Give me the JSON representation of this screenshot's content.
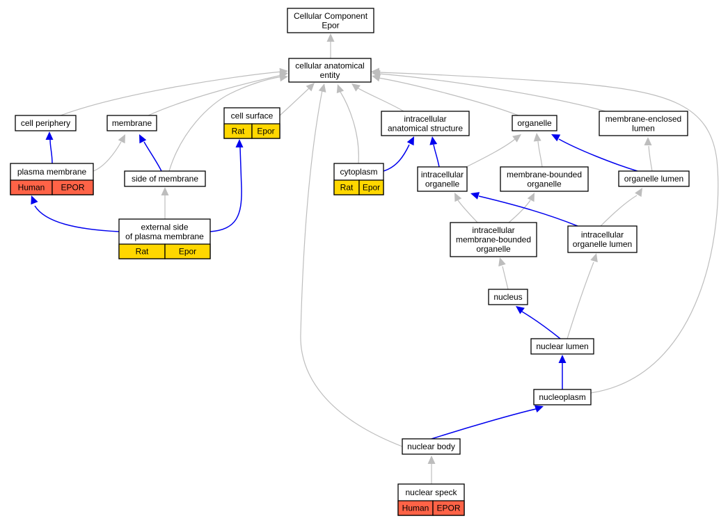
{
  "colors": {
    "human": "#ff6347",
    "rat": "#ffd700",
    "is_a": "#bdbdbd",
    "part_of": "#0000ee"
  },
  "nodes": {
    "root": {
      "lines": [
        "Cellular Component",
        "Epor"
      ]
    },
    "cae": {
      "lines": [
        "cellular anatomical",
        "entity"
      ]
    },
    "cellper": {
      "lines": [
        "cell periphery"
      ]
    },
    "membrane": {
      "lines": [
        "membrane"
      ]
    },
    "cellsurf": {
      "lines": [
        "cell surface"
      ],
      "cells": [
        {
          "text": "Rat",
          "species": "rat"
        },
        {
          "text": "Epor",
          "species": "rat"
        }
      ]
    },
    "ias": {
      "lines": [
        "intracellular",
        "anatomical structure"
      ]
    },
    "organelle": {
      "lines": [
        "organelle"
      ]
    },
    "mel": {
      "lines": [
        "membrane-enclosed",
        "lumen"
      ]
    },
    "pm": {
      "lines": [
        "plasma membrane"
      ],
      "cells": [
        {
          "text": "Human",
          "species": "human"
        },
        {
          "text": "EPOR",
          "species": "human"
        }
      ]
    },
    "som": {
      "lines": [
        "side of membrane"
      ]
    },
    "cyto": {
      "lines": [
        "cytoplasm"
      ],
      "cells": [
        {
          "text": "Rat",
          "species": "rat"
        },
        {
          "text": "Epor",
          "species": "rat"
        }
      ]
    },
    "io": {
      "lines": [
        "intracellular",
        "organelle"
      ]
    },
    "mbo": {
      "lines": [
        "membrane-bounded",
        "organelle"
      ]
    },
    "ol": {
      "lines": [
        "organelle lumen"
      ]
    },
    "espm": {
      "lines": [
        "external side",
        "of plasma membrane"
      ],
      "cells": [
        {
          "text": "Rat",
          "species": "rat"
        },
        {
          "text": "Epor",
          "species": "rat"
        }
      ]
    },
    "imbo": {
      "lines": [
        "intracellular",
        "membrane-bounded",
        "organelle"
      ]
    },
    "iol": {
      "lines": [
        "intracellular",
        "organelle lumen"
      ]
    },
    "nucleus": {
      "lines": [
        "nucleus"
      ]
    },
    "nl": {
      "lines": [
        "nuclear lumen"
      ]
    },
    "np": {
      "lines": [
        "nucleoplasm"
      ]
    },
    "nb": {
      "lines": [
        "nuclear body"
      ]
    },
    "ns": {
      "lines": [
        "nuclear speck"
      ],
      "cells": [
        {
          "text": "Human",
          "species": "human"
        },
        {
          "text": "EPOR",
          "species": "human"
        }
      ]
    }
  },
  "edges": [
    {
      "from": "cae",
      "to": "root",
      "type": "is_a"
    },
    {
      "from": "cellper",
      "to": "cae",
      "type": "is_a"
    },
    {
      "from": "membrane",
      "to": "cae",
      "type": "is_a"
    },
    {
      "from": "cellsurf",
      "to": "cae",
      "type": "is_a"
    },
    {
      "from": "ias",
      "to": "cae",
      "type": "is_a"
    },
    {
      "from": "organelle",
      "to": "cae",
      "type": "is_a"
    },
    {
      "from": "mel",
      "to": "cae",
      "type": "is_a"
    },
    {
      "from": "som",
      "to": "cae",
      "type": "is_a"
    },
    {
      "from": "cyto",
      "to": "cae",
      "type": "is_a"
    },
    {
      "from": "np",
      "to": "cae",
      "type": "is_a"
    },
    {
      "from": "nb",
      "to": "cae",
      "type": "is_a"
    },
    {
      "from": "pm",
      "to": "cellper",
      "type": "part_of"
    },
    {
      "from": "pm",
      "to": "membrane",
      "type": "is_a"
    },
    {
      "from": "som",
      "to": "membrane",
      "type": "part_of"
    },
    {
      "from": "espm",
      "to": "pm",
      "type": "part_of"
    },
    {
      "from": "espm",
      "to": "som",
      "type": "is_a"
    },
    {
      "from": "espm",
      "to": "cellsurf",
      "type": "part_of"
    },
    {
      "from": "cyto",
      "to": "ias",
      "type": "part_of"
    },
    {
      "from": "io",
      "to": "ias",
      "type": "part_of"
    },
    {
      "from": "io",
      "to": "organelle",
      "type": "is_a"
    },
    {
      "from": "mbo",
      "to": "organelle",
      "type": "is_a"
    },
    {
      "from": "ol",
      "to": "organelle",
      "type": "part_of"
    },
    {
      "from": "ol",
      "to": "mel",
      "type": "is_a"
    },
    {
      "from": "imbo",
      "to": "io",
      "type": "is_a"
    },
    {
      "from": "imbo",
      "to": "mbo",
      "type": "is_a"
    },
    {
      "from": "iol",
      "to": "io",
      "type": "part_of"
    },
    {
      "from": "iol",
      "to": "ol",
      "type": "is_a"
    },
    {
      "from": "nucleus",
      "to": "imbo",
      "type": "is_a"
    },
    {
      "from": "nl",
      "to": "nucleus",
      "type": "part_of"
    },
    {
      "from": "nl",
      "to": "iol",
      "type": "is_a"
    },
    {
      "from": "np",
      "to": "nl",
      "type": "part_of"
    },
    {
      "from": "nb",
      "to": "np",
      "type": "part_of"
    },
    {
      "from": "ns",
      "to": "nb",
      "type": "is_a"
    }
  ]
}
